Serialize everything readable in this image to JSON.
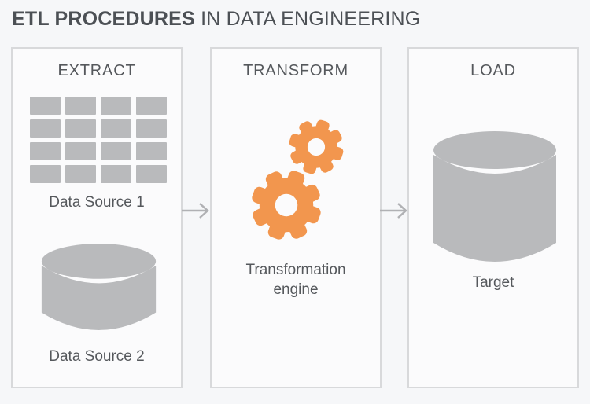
{
  "title": {
    "bold": "ETL PROCEDURES",
    "rest": " IN DATA ENGINEERING"
  },
  "panels": [
    {
      "header": "EXTRACT",
      "items": [
        {
          "icon": "table-grid-icon",
          "label": "Data Source 1"
        },
        {
          "icon": "database-cylinder-icon",
          "label": "Data Source 2"
        }
      ]
    },
    {
      "header": "TRANSFORM",
      "items": [
        {
          "icon": "gears-icon",
          "label": "Transformation engine"
        }
      ]
    },
    {
      "header": "LOAD",
      "items": [
        {
          "icon": "database-cylinder-icon",
          "label": "Target"
        }
      ]
    }
  ],
  "flow": {
    "arrow_icon": "arrow-right-icon",
    "sequence": [
      "EXTRACT",
      "TRANSFORM",
      "LOAD"
    ]
  },
  "colors": {
    "page_bg": "#F6F7F9",
    "panel_bg": "#FBFBFC",
    "border": "#D8D9DB",
    "text_dark": "#4C5055",
    "text_label": "#55585C",
    "icon_gray": "#B9BABC",
    "arrow_gray": "#B0B1B4",
    "accent_orange": "#F2964E"
  }
}
